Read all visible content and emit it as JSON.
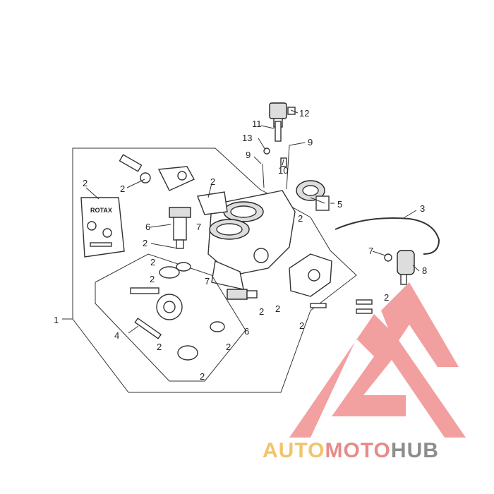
{
  "callouts": {
    "c1": "1",
    "c2a": "2",
    "c2b": "2",
    "c2c": "2",
    "c2d": "2",
    "c2e": "2",
    "c2f": "2",
    "c2g": "2",
    "c2h": "2",
    "c2i": "2",
    "c2j": "2",
    "c2k": "2",
    "c2l": "2",
    "c2m": "2",
    "c2n": "2",
    "c3": "3",
    "c4": "4",
    "c5": "5",
    "c6a": "6",
    "c6b": "6",
    "c7a": "7",
    "c7b": "7",
    "c7c": "7",
    "c8": "8",
    "c9a": "9",
    "c9b": "9",
    "c10": "10",
    "c11": "11",
    "c12": "12",
    "c13": "13"
  },
  "label": {
    "rotax": "ROTAX"
  },
  "watermark": {
    "word_part1": "AUTO",
    "word_part2": "MOTO",
    "word_part3": "HUB",
    "colors": {
      "auto": "#f2c46a",
      "moto": "#e88a8a",
      "hub": "#8d8d8d",
      "logo": "#ee8080"
    }
  }
}
